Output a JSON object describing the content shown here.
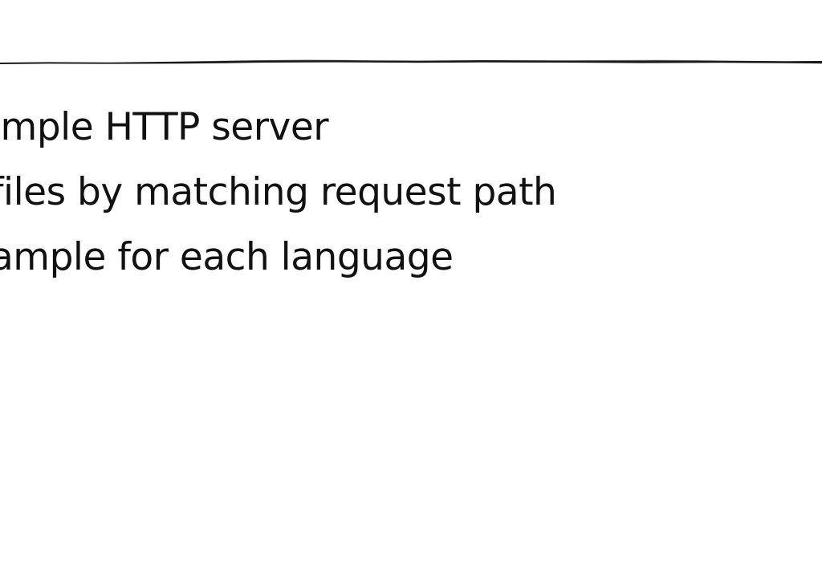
{
  "slide": {
    "bullets": [
      "imple HTTP server",
      "files by matching request path",
      "ample for each language"
    ]
  }
}
